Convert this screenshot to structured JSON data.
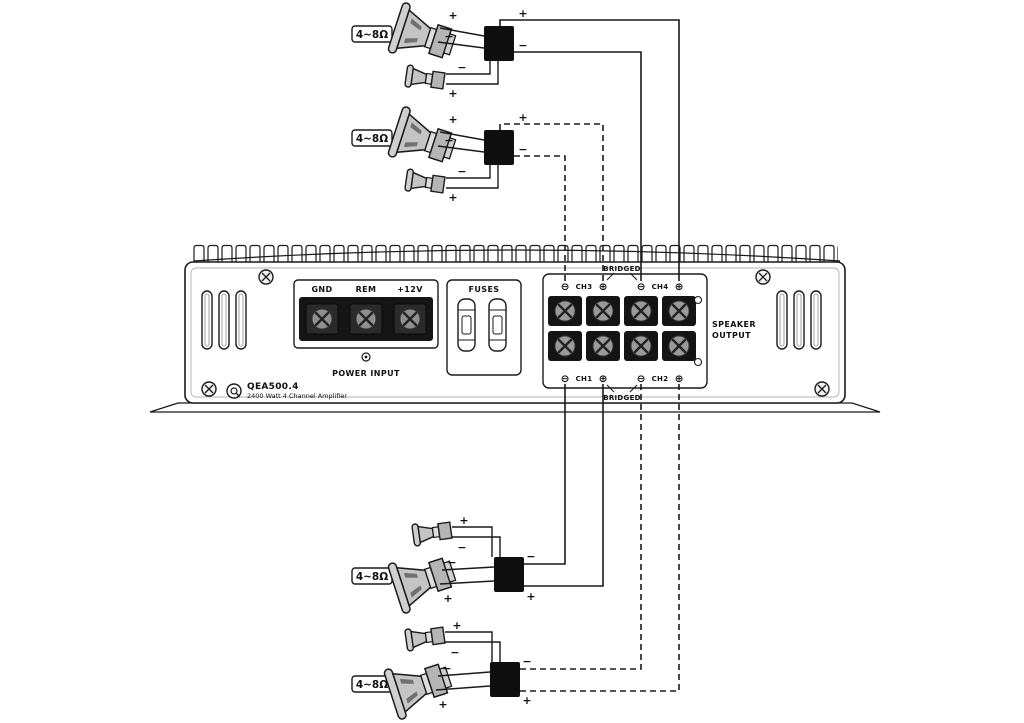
{
  "amp": {
    "model": "QEA500.4",
    "subtitle": "2400 Watt 4 Channel Amplifier",
    "power_input": {
      "title": "POWER INPUT",
      "terminals": [
        "GND",
        "REM",
        "+12V"
      ]
    },
    "fuses": {
      "title": "FUSES"
    },
    "speaker_output": {
      "title_line1": "SPEAKER",
      "title_line2": "OUTPUT",
      "bridged_label": "BRIDGED",
      "channels_top": [
        "CH3",
        "CH4"
      ],
      "channels_bottom": [
        "CH1",
        "CH2"
      ],
      "minus": "⊖",
      "plus": "⊕"
    }
  },
  "signs": {
    "plus": "+",
    "minus": "−"
  },
  "speakers": [
    {
      "id": "top-outer",
      "impedance": "4~8Ω",
      "connects_to": "CH4",
      "wire": "solid"
    },
    {
      "id": "top-inner",
      "impedance": "4~8Ω",
      "connects_to": "CH3",
      "wire": "dashed"
    },
    {
      "id": "bottom-inner",
      "impedance": "4~8Ω",
      "connects_to": "CH1",
      "wire": "solid"
    },
    {
      "id": "bottom-outer",
      "impedance": "4~8Ω",
      "connects_to": "CH2",
      "wire": "dashed"
    }
  ],
  "colors": {
    "line": "#1a1a1a",
    "background": "#ffffff"
  }
}
